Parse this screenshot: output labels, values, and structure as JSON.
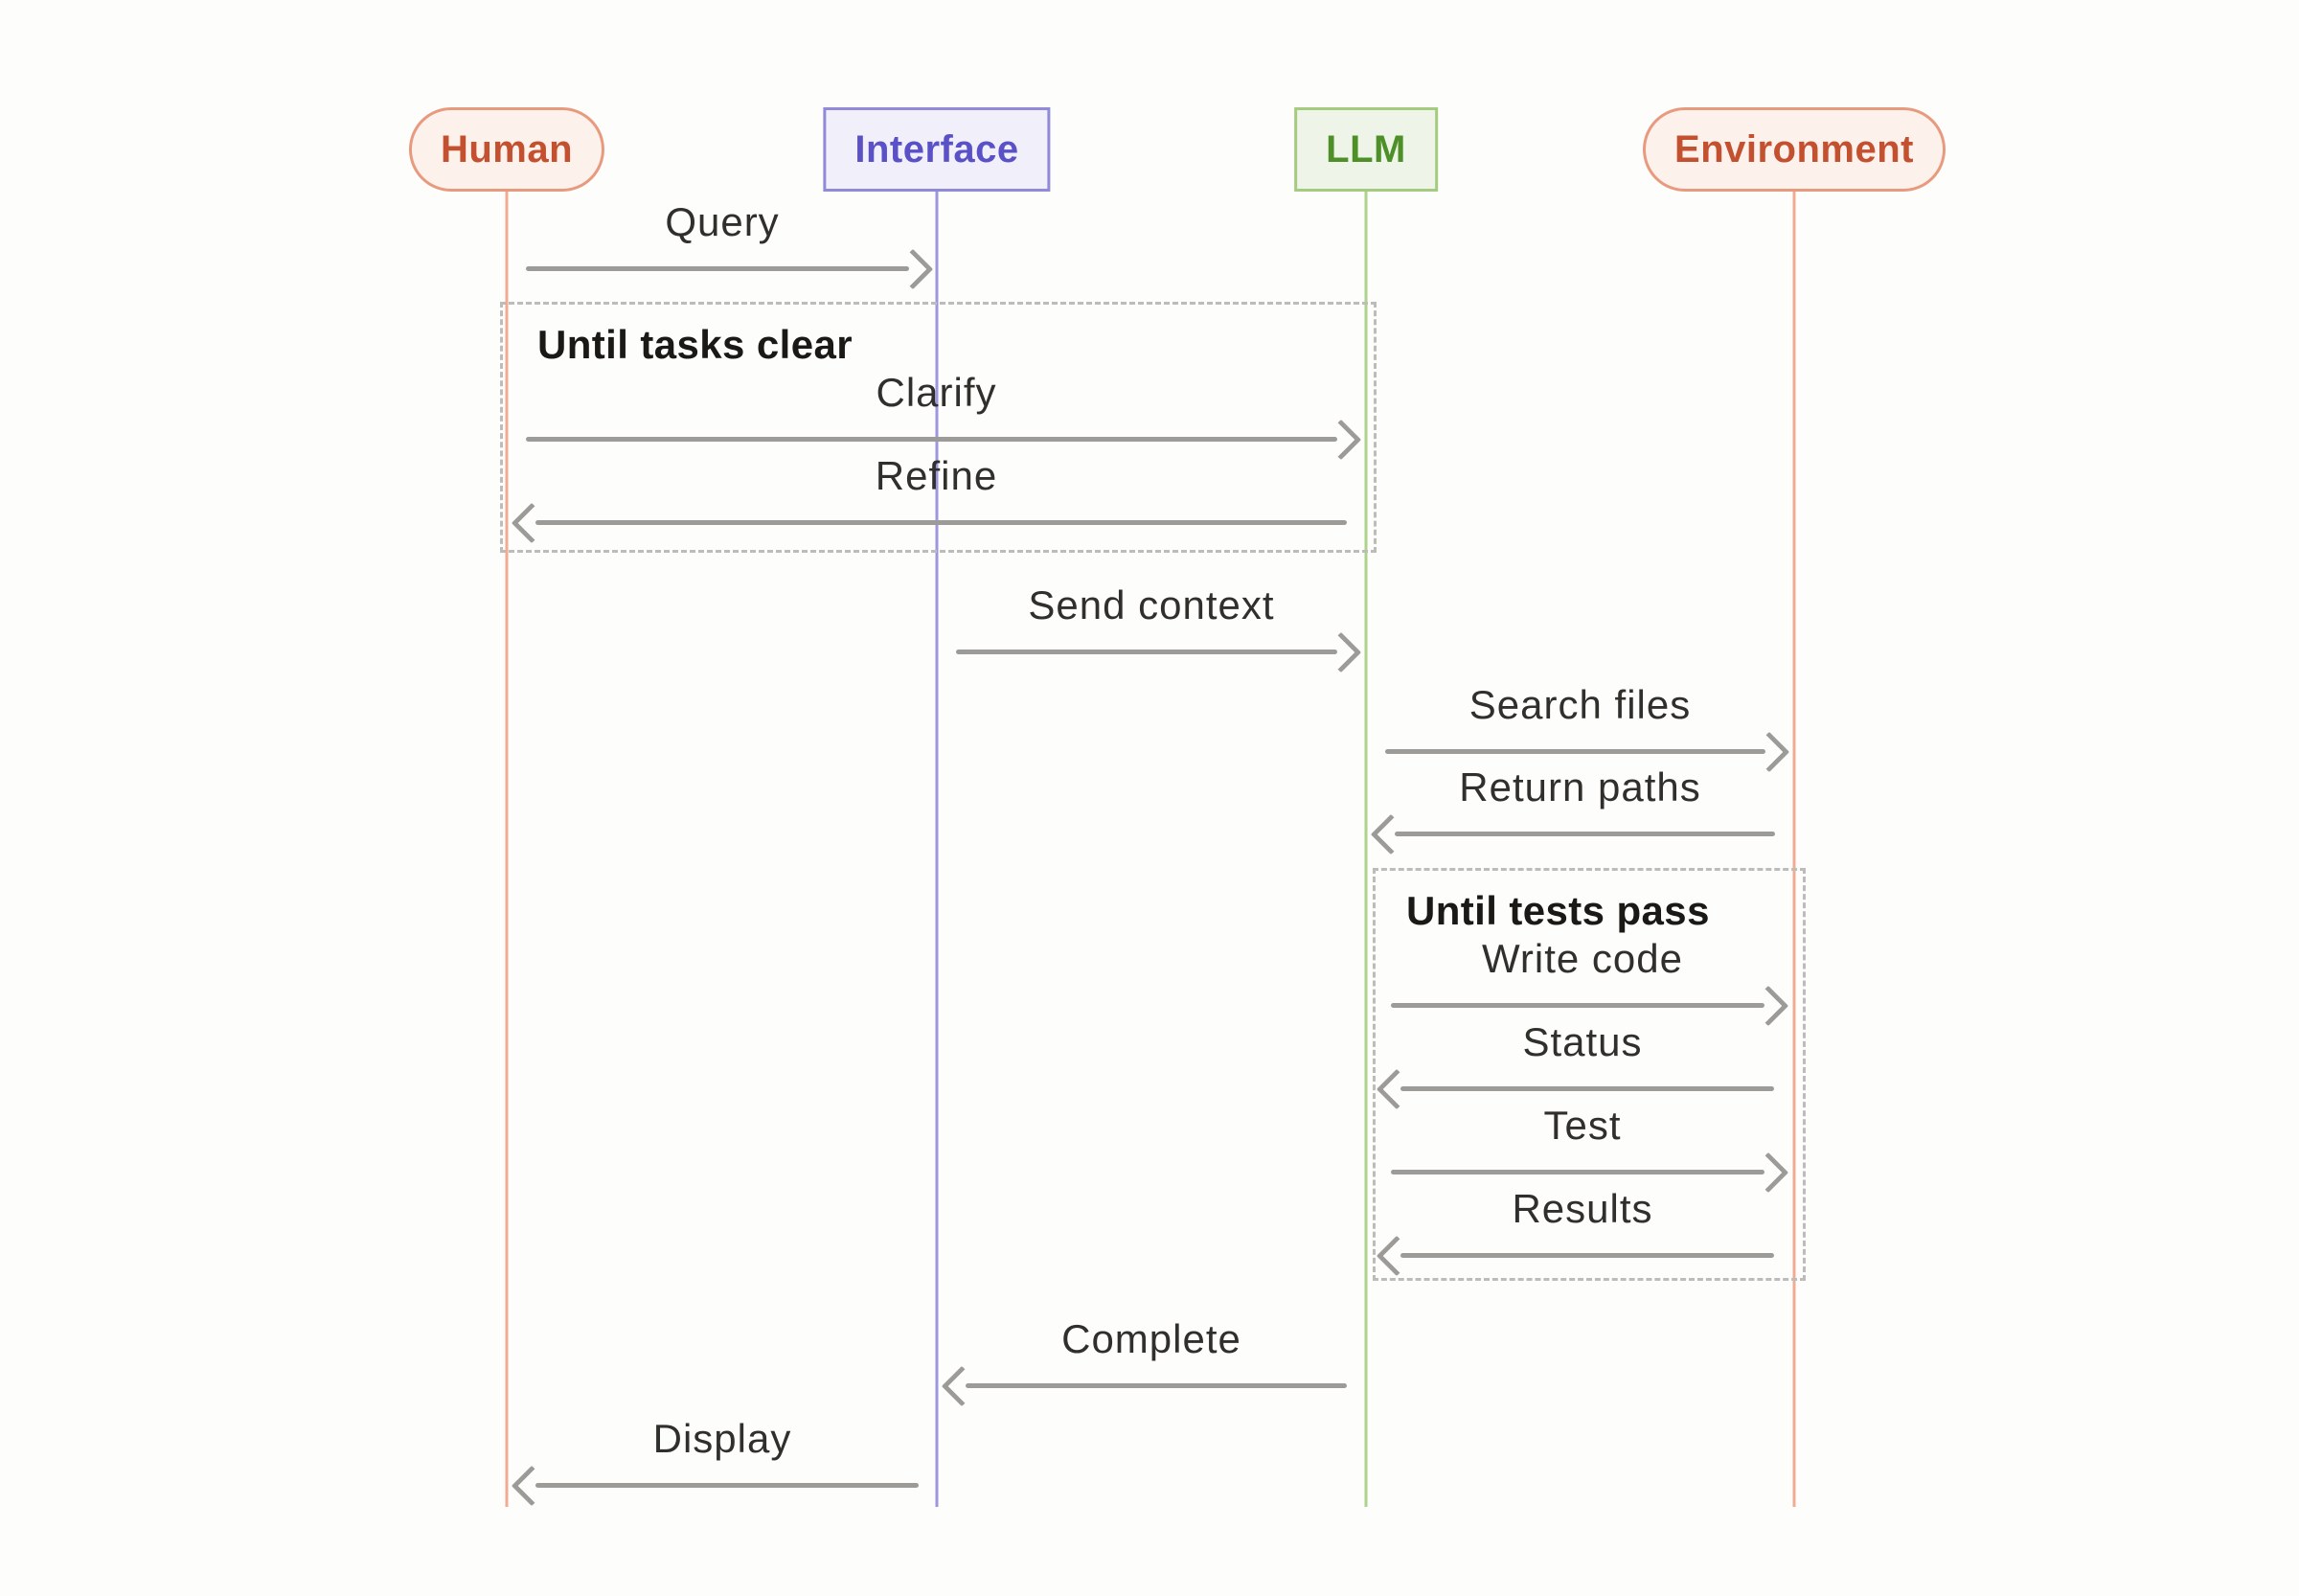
{
  "diagram": {
    "type": "sequence-diagram",
    "actors": [
      {
        "label": "Human",
        "shape": "pill",
        "text_color": "#C3512F",
        "fill": "#FDF1EC",
        "border": "#E89A7E",
        "lifeline_color": "#F2AB92"
      },
      {
        "label": "Interface",
        "shape": "rect",
        "text_color": "#5B51C7",
        "fill": "#F1F0FA",
        "border": "#908AD8",
        "lifeline_color": "#9D98DE"
      },
      {
        "label": "LLM",
        "shape": "rect",
        "text_color": "#4E9027",
        "fill": "#EEF4E7",
        "border": "#A5CB80",
        "lifeline_color": "#ACD28C"
      },
      {
        "label": "Environment",
        "shape": "pill",
        "text_color": "#C3512F",
        "fill": "#FDF1EC",
        "border": "#E89A7E",
        "lifeline_color": "#F2AB92"
      }
    ],
    "loops": [
      {
        "title": "Until tasks clear",
        "spans": [
          "Human",
          "LLM"
        ],
        "messages": [
          "Clarify",
          "Refine"
        ]
      },
      {
        "title": "Until tests pass",
        "spans": [
          "LLM",
          "Environment"
        ],
        "messages": [
          "Write code",
          "Status",
          "Test",
          "Results"
        ]
      }
    ],
    "messages": [
      {
        "label": "Query",
        "from": "Human",
        "to": "Interface",
        "direction": "right"
      },
      {
        "label": "Clarify",
        "from": "Human",
        "to": "LLM",
        "direction": "right",
        "loop": "Until tasks clear"
      },
      {
        "label": "Refine",
        "from": "LLM",
        "to": "Human",
        "direction": "left",
        "loop": "Until tasks clear"
      },
      {
        "label": "Send context",
        "from": "Interface",
        "to": "LLM",
        "direction": "right"
      },
      {
        "label": "Search files",
        "from": "LLM",
        "to": "Environment",
        "direction": "right"
      },
      {
        "label": "Return paths",
        "from": "Environment",
        "to": "LLM",
        "direction": "left"
      },
      {
        "label": "Write code",
        "from": "LLM",
        "to": "Environment",
        "direction": "right",
        "loop": "Until tests pass"
      },
      {
        "label": "Status",
        "from": "Environment",
        "to": "LLM",
        "direction": "left",
        "loop": "Until tests pass"
      },
      {
        "label": "Test",
        "from": "LLM",
        "to": "Environment",
        "direction": "right",
        "loop": "Until tests pass"
      },
      {
        "label": "Results",
        "from": "Environment",
        "to": "LLM",
        "direction": "left",
        "loop": "Until tests pass"
      },
      {
        "label": "Complete",
        "from": "LLM",
        "to": "Interface",
        "direction": "left"
      },
      {
        "label": "Display",
        "from": "Interface",
        "to": "Human",
        "direction": "left"
      }
    ],
    "colors": {
      "background": "#FDFDFC",
      "arrow": "#9C9B97",
      "message_label_text": "#312F2B",
      "loop_border": "#BEBCB8",
      "loop_title_text": "#1A1916"
    }
  }
}
